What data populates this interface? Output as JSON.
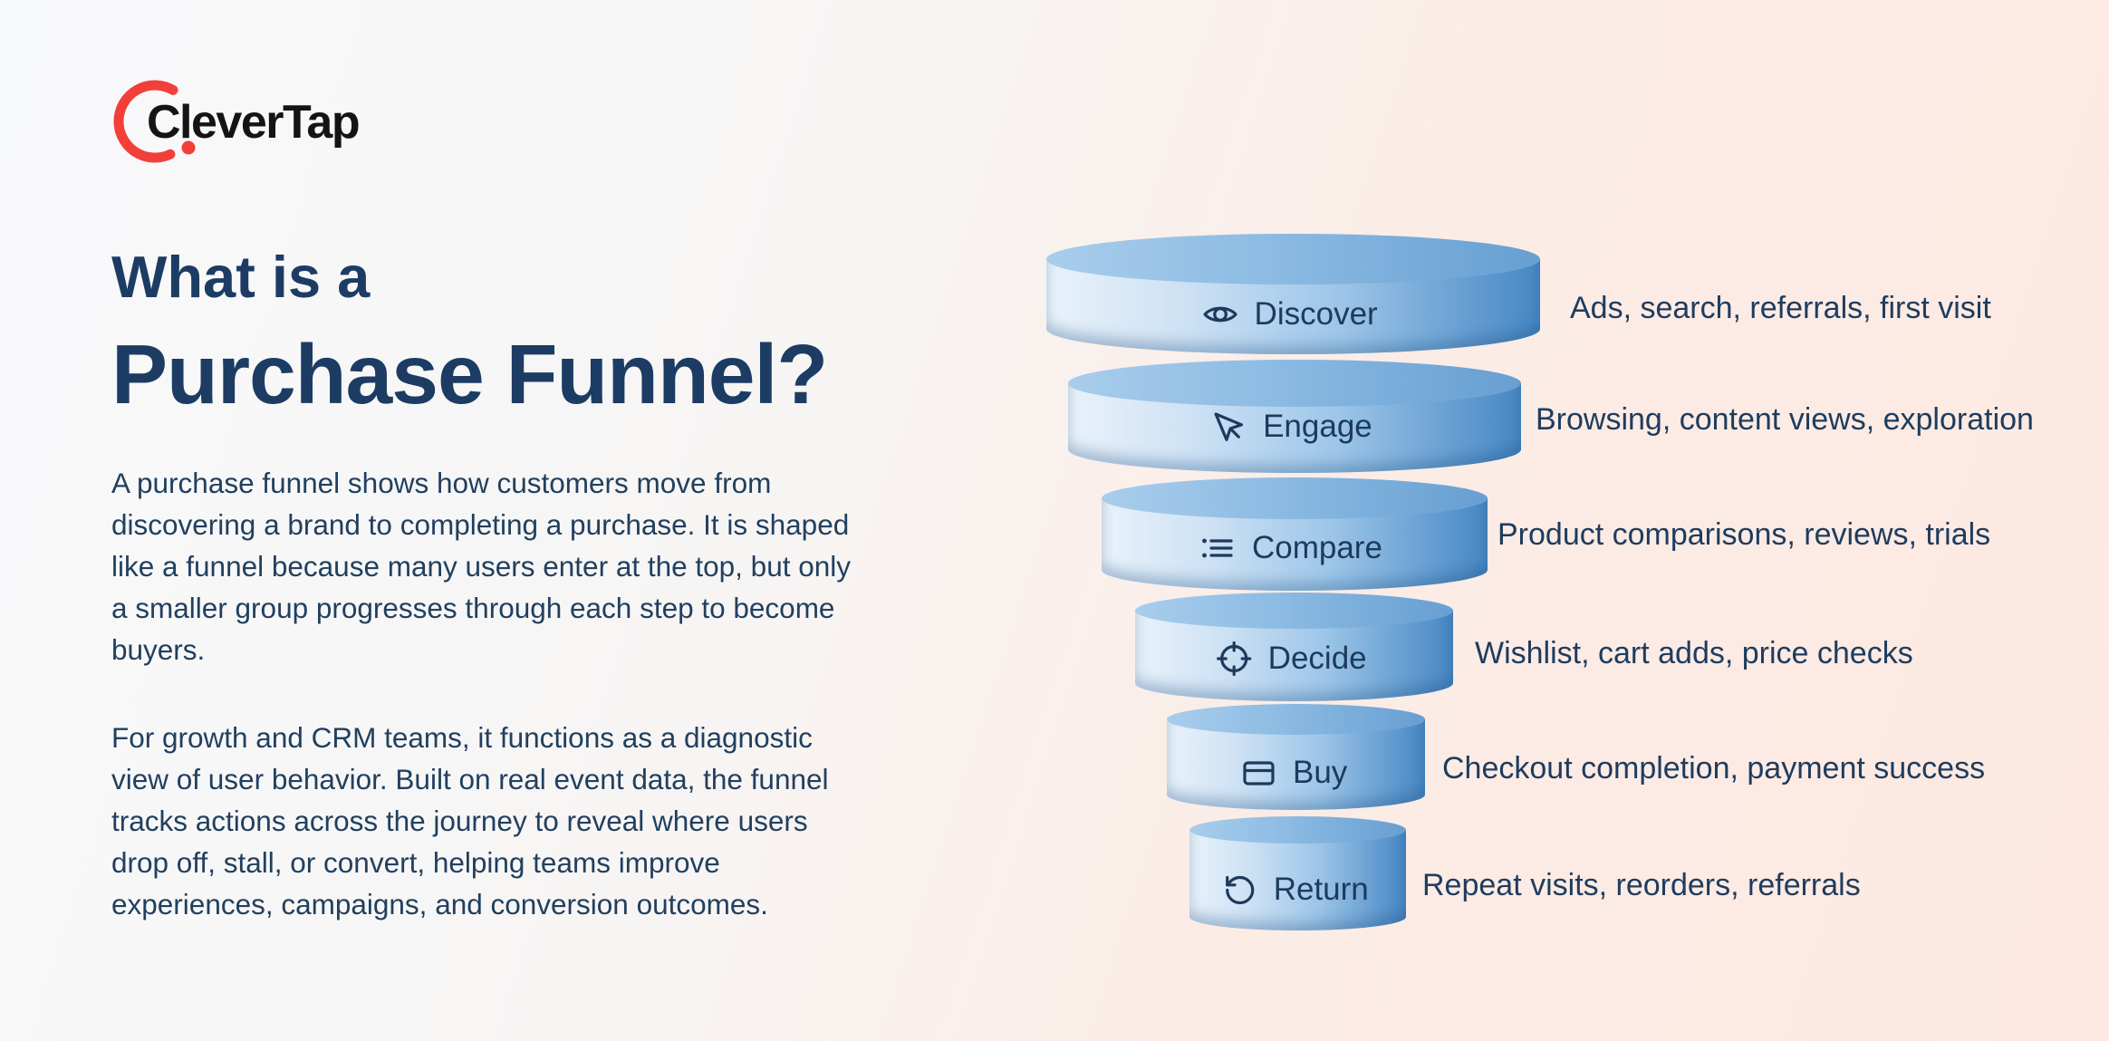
{
  "brand": {
    "name": "CleverTap",
    "arc_color": "#f23f3a",
    "wordmark_color": "#141414"
  },
  "heading": {
    "line1": "What is a",
    "line2": "Purchase Funnel?"
  },
  "paragraphs": {
    "intro": "A purchase funnel shows how customers move from\ndiscovering a brand to completing a purchase. It is shaped\nlike a funnel because many users enter at the top, but only\na smaller group progresses through each step to become\nbuyers.",
    "detail": "For growth and CRM teams, it functions as a diagnostic\nview of user behavior. Built on real event data, the funnel\ntracks actions across the journey to reveal where users\ndrop off, stall, or convert, helping teams improve\nexperiences, campaigns, and conversion outcomes."
  },
  "funnel": {
    "stages": [
      {
        "label": "Discover",
        "icon": "eye-icon",
        "annotation": "Ads, search, referrals, first visit"
      },
      {
        "label": "Engage",
        "icon": "cursor-icon",
        "annotation": "Browsing, content views, exploration"
      },
      {
        "label": "Compare",
        "icon": "list-icon",
        "annotation": "Product comparisons, reviews, trials"
      },
      {
        "label": "Decide",
        "icon": "target-icon",
        "annotation": "Wishlist, cart adds, price checks"
      },
      {
        "label": "Buy",
        "icon": "card-icon",
        "annotation": "Checkout completion, payment success"
      },
      {
        "label": "Return",
        "icon": "return-icon",
        "annotation": "Repeat visits, reorders, referrals"
      }
    ],
    "colors": {
      "lid_light": "#a9cdec",
      "lid_dark": "#679fd1",
      "body_light": "#e9f2fb",
      "body_dark": "#4787c4",
      "label_text": "#1d3a5c"
    }
  },
  "colors": {
    "background_left": "#f8f9fb",
    "background_right": "#fde9e1",
    "heading_text": "#1c3c63",
    "body_text": "#21405f",
    "annotation_text": "#1e3c5e"
  }
}
